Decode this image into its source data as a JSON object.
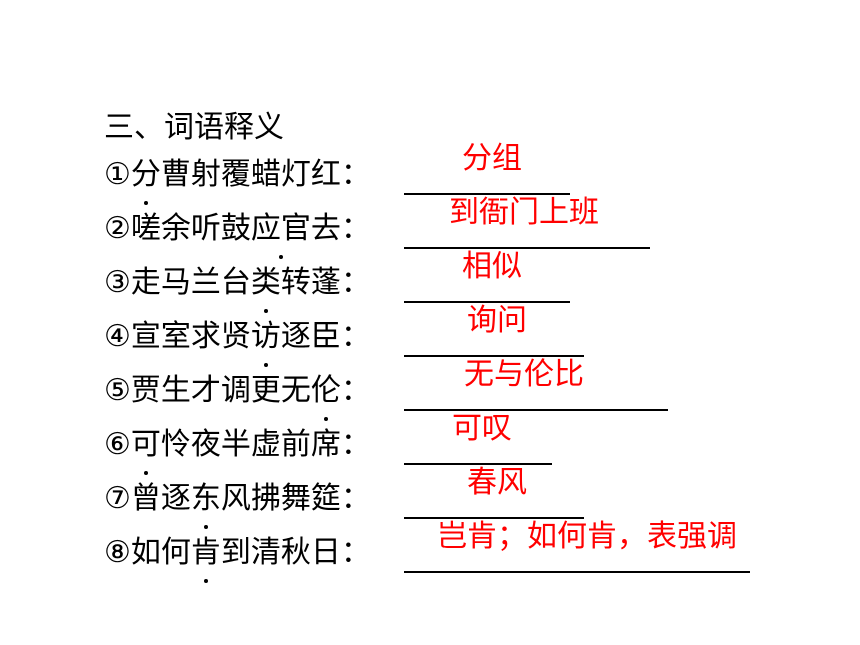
{
  "title": "三、词语释义",
  "colors": {
    "text": "#000000",
    "answer": "#ff0000"
  },
  "items": [
    {
      "mark": "①",
      "before": "",
      "dotted": "分",
      "after": "曹射覆蜡灯红：",
      "answer": "分组"
    },
    {
      "mark": "②",
      "before": "嗟余听鼓",
      "dotted": "应官",
      "after": "去：",
      "answer": "到衙门上班"
    },
    {
      "mark": "③",
      "before": "走马兰台",
      "dotted": "类",
      "after": "转蓬：",
      "answer": "相似"
    },
    {
      "mark": "④",
      "before": "宣室求贤",
      "dotted": "访",
      "after": "逐臣：",
      "answer": "询问"
    },
    {
      "mark": "⑤",
      "before": "贾生才调更无",
      "dotted": "伦",
      "after": "：",
      "answer": "无与伦比"
    },
    {
      "mark": "⑥",
      "before": "",
      "dotted": "可",
      "after": "怜夜半虚前席：",
      "answer": "可叹"
    },
    {
      "mark": "⑦",
      "before": "曾逐",
      "dotted": "东",
      "after": "风拂舞筵：",
      "answer": "春风"
    },
    {
      "mark": "⑧",
      "before": "如何",
      "dotted": "肯",
      "after": "到清秋日：",
      "answer": "岂肯；如何肯，表强调"
    }
  ]
}
